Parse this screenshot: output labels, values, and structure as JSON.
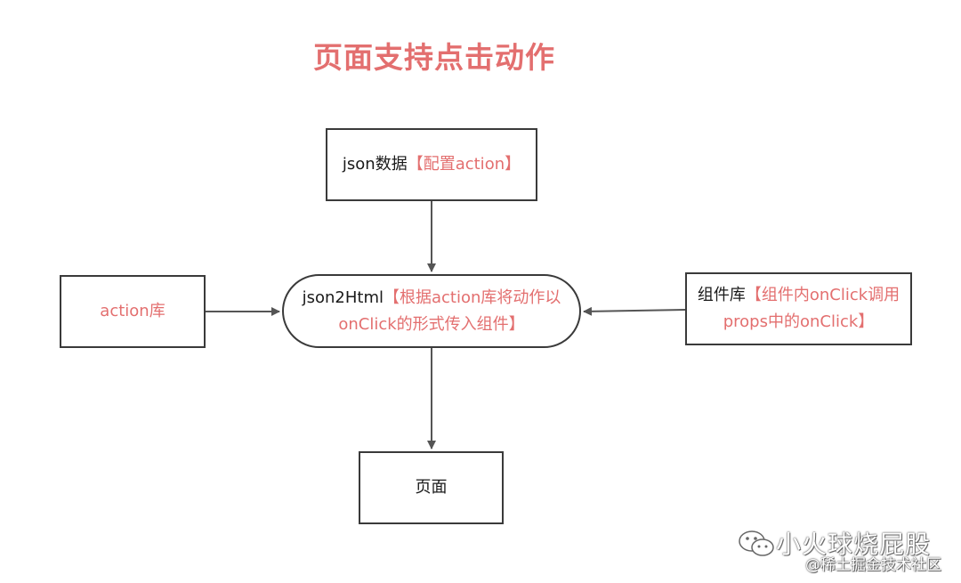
{
  "title": "页面支持点击动作",
  "nodes": {
    "json_data": {
      "text": "json数据",
      "note": "【配置action】"
    },
    "action_lib": {
      "text": "action库"
    },
    "json2html": {
      "line1_text": "json2Html",
      "line1_note": "【根据action库将动作以",
      "line2_note": "onClick的形式传入组件】"
    },
    "component_lib": {
      "line1_text": "组件库",
      "line1_note": "【组件内onClick调用",
      "line2_note": "props中的onClick】"
    },
    "page": {
      "text": "页面"
    }
  },
  "watermark": {
    "main": "小火球烧屁股",
    "sub": "@稀土掘金技术社区"
  },
  "colors": {
    "accent": "#e36f6f",
    "line": "#555555",
    "border": "#3a3a3a"
  }
}
